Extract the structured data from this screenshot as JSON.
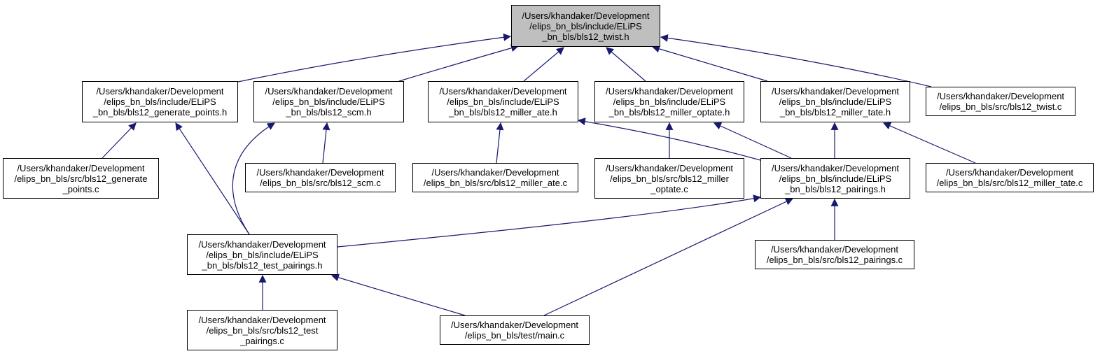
{
  "diagram": {
    "colors": {
      "edge": "#191970",
      "root_fill": "#bfbfbf",
      "node_fill": "#ffffff",
      "border": "#000000"
    },
    "nodes": [
      {
        "id": "twist_h",
        "label": "/Users/khandaker/Development\n/elips_bn_bls/include/ELiPS\n_bn_bls/bls12_twist.h",
        "root": true
      },
      {
        "id": "generate_points_h",
        "label": "/Users/khandaker/Development\n/elips_bn_bls/include/ELiPS\n_bn_bls/bls12_generate_points.h"
      },
      {
        "id": "scm_h",
        "label": "/Users/khandaker/Development\n/elips_bn_bls/include/ELiPS\n_bn_bls/bls12_scm.h"
      },
      {
        "id": "miller_ate_h",
        "label": "/Users/khandaker/Development\n/elips_bn_bls/include/ELiPS\n_bn_bls/bls12_miller_ate.h"
      },
      {
        "id": "miller_optate_h",
        "label": "/Users/khandaker/Development\n/elips_bn_bls/include/ELiPS\n_bn_bls/bls12_miller_optate.h"
      },
      {
        "id": "miller_tate_h",
        "label": "/Users/khandaker/Development\n/elips_bn_bls/include/ELiPS\n_bn_bls/bls12_miller_tate.h"
      },
      {
        "id": "twist_c",
        "label": "/Users/khandaker/Development\n/elips_bn_bls/src/bls12_twist.c"
      },
      {
        "id": "generate_points_c",
        "label": "/Users/khandaker/Development\n/elips_bn_bls/src/bls12_generate\n_points.c"
      },
      {
        "id": "scm_c",
        "label": "/Users/khandaker/Development\n/elips_bn_bls/src/bls12_scm.c"
      },
      {
        "id": "miller_ate_c",
        "label": "/Users/khandaker/Development\n/elips_bn_bls/src/bls12_miller_ate.c"
      },
      {
        "id": "miller_optate_c",
        "label": "/Users/khandaker/Development\n/elips_bn_bls/src/bls12_miller\n_optate.c"
      },
      {
        "id": "pairings_h",
        "label": "/Users/khandaker/Development\n/elips_bn_bls/include/ELiPS\n_bn_bls/bls12_pairings.h"
      },
      {
        "id": "miller_tate_c",
        "label": "/Users/khandaker/Development\n/elips_bn_bls/src/bls12_miller_tate.c"
      },
      {
        "id": "test_pairings_h",
        "label": "/Users/khandaker/Development\n/elips_bn_bls/include/ELiPS\n_bn_bls/bls12_test_pairings.h"
      },
      {
        "id": "pairings_c",
        "label": "/Users/khandaker/Development\n/elips_bn_bls/src/bls12_pairings.c"
      },
      {
        "id": "test_pairings_c",
        "label": "/Users/khandaker/Development\n/elips_bn_bls/src/bls12_test\n_pairings.c"
      },
      {
        "id": "main_c",
        "label": "/Users/khandaker/Development\n/elips_bn_bls/test/main.c"
      }
    ],
    "edges": [
      {
        "from": "generate_points_h",
        "to": "twist_h"
      },
      {
        "from": "scm_h",
        "to": "twist_h"
      },
      {
        "from": "miller_ate_h",
        "to": "twist_h"
      },
      {
        "from": "miller_optate_h",
        "to": "twist_h"
      },
      {
        "from": "miller_tate_h",
        "to": "twist_h"
      },
      {
        "from": "twist_c",
        "to": "twist_h"
      },
      {
        "from": "generate_points_c",
        "to": "generate_points_h"
      },
      {
        "from": "test_pairings_h",
        "to": "generate_points_h"
      },
      {
        "from": "test_pairings_h",
        "to": "scm_h"
      },
      {
        "from": "scm_c",
        "to": "scm_h"
      },
      {
        "from": "miller_ate_c",
        "to": "miller_ate_h"
      },
      {
        "from": "pairings_h",
        "to": "miller_ate_h"
      },
      {
        "from": "miller_optate_c",
        "to": "miller_optate_h"
      },
      {
        "from": "pairings_h",
        "to": "miller_optate_h"
      },
      {
        "from": "pairings_h",
        "to": "miller_tate_h"
      },
      {
        "from": "miller_tate_c",
        "to": "miller_tate_h"
      },
      {
        "from": "test_pairings_h",
        "to": "pairings_h"
      },
      {
        "from": "main_c",
        "to": "pairings_h"
      },
      {
        "from": "pairings_c",
        "to": "pairings_h"
      },
      {
        "from": "test_pairings_c",
        "to": "test_pairings_h"
      },
      {
        "from": "main_c",
        "to": "test_pairings_h"
      }
    ]
  }
}
